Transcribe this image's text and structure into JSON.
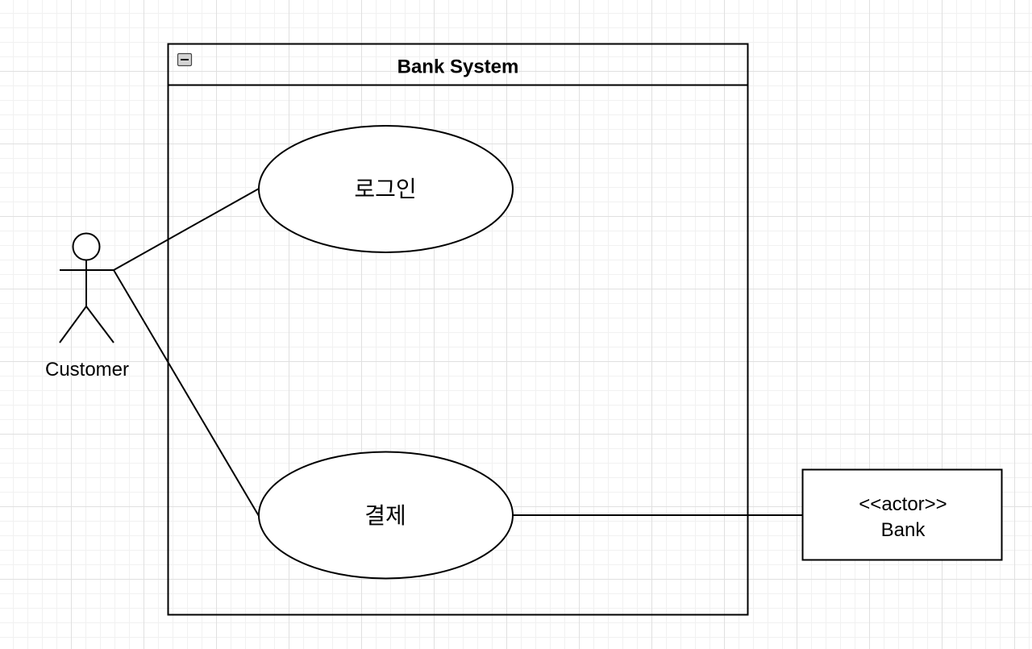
{
  "colors": {
    "stroke": "#000000",
    "fill": "#ffffff",
    "grid_major": "#e0e0e0",
    "grid_minor": "#f1f1f1",
    "collapse_icon_fill": "#d4d4d4"
  },
  "system_boundary": {
    "title": "Bank System",
    "collapse_icon": "minus-square-icon"
  },
  "actors": {
    "customer": {
      "name": "Customer",
      "icon": "stick-figure-icon"
    },
    "bank": {
      "stereotype": "<<actor>>",
      "name": "Bank"
    }
  },
  "use_cases": {
    "login": {
      "label": "로그인"
    },
    "payment": {
      "label": "결제"
    }
  }
}
